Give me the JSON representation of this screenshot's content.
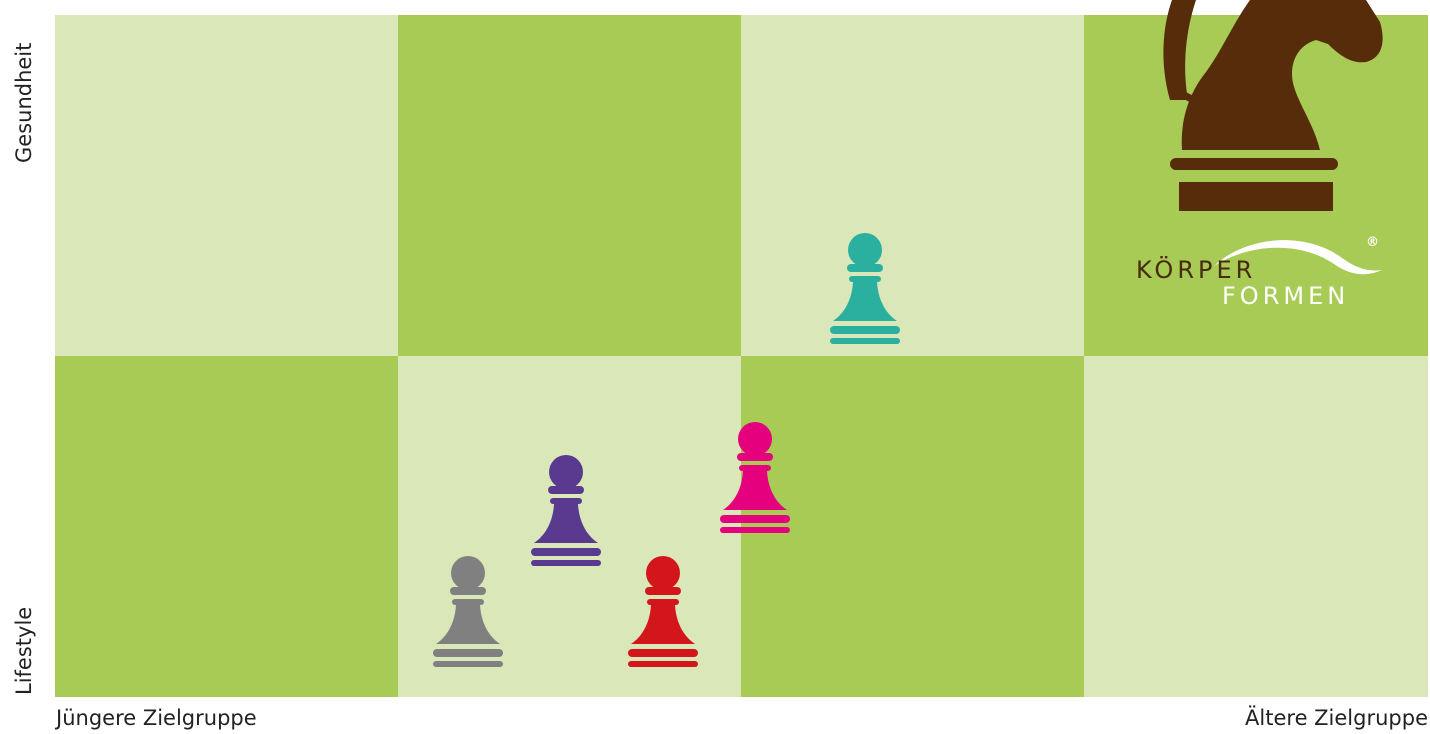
{
  "colors": {
    "light_square": "#d9e7b9",
    "dark_square": "#a7cb55",
    "knight": "#572c0a",
    "logo_text": "#ffffff",
    "logo_text_dark": "#4a2a0e",
    "label_text": "#222222"
  },
  "axes": {
    "y_top_label": "Gesundheit",
    "y_bottom_label": "Lifestyle",
    "x_left_label": "Jüngere Zielgruppe",
    "x_right_label": "Ältere Zielgruppe"
  },
  "board": {
    "columns": 4,
    "rows": 2,
    "top_row": [
      "light",
      "dark",
      "light",
      "dark"
    ],
    "bottom_row": [
      "dark",
      "light",
      "dark",
      "light"
    ]
  },
  "pieces": [
    {
      "name": "knight",
      "kind": "knight",
      "color": "#572c0a"
    },
    {
      "name": "teal-pawn",
      "kind": "pawn",
      "color": "#2bb0a0"
    },
    {
      "name": "magenta-pawn",
      "kind": "pawn",
      "color": "#e5007e"
    },
    {
      "name": "purple-pawn",
      "kind": "pawn",
      "color": "#5a3a8e"
    },
    {
      "name": "red-pawn",
      "kind": "pawn",
      "color": "#d3161b"
    },
    {
      "name": "gray-pawn",
      "kind": "pawn",
      "color": "#808080"
    }
  ],
  "logo": {
    "line1": "KÖRPER",
    "line2": "FORMEN",
    "registered": "®"
  }
}
